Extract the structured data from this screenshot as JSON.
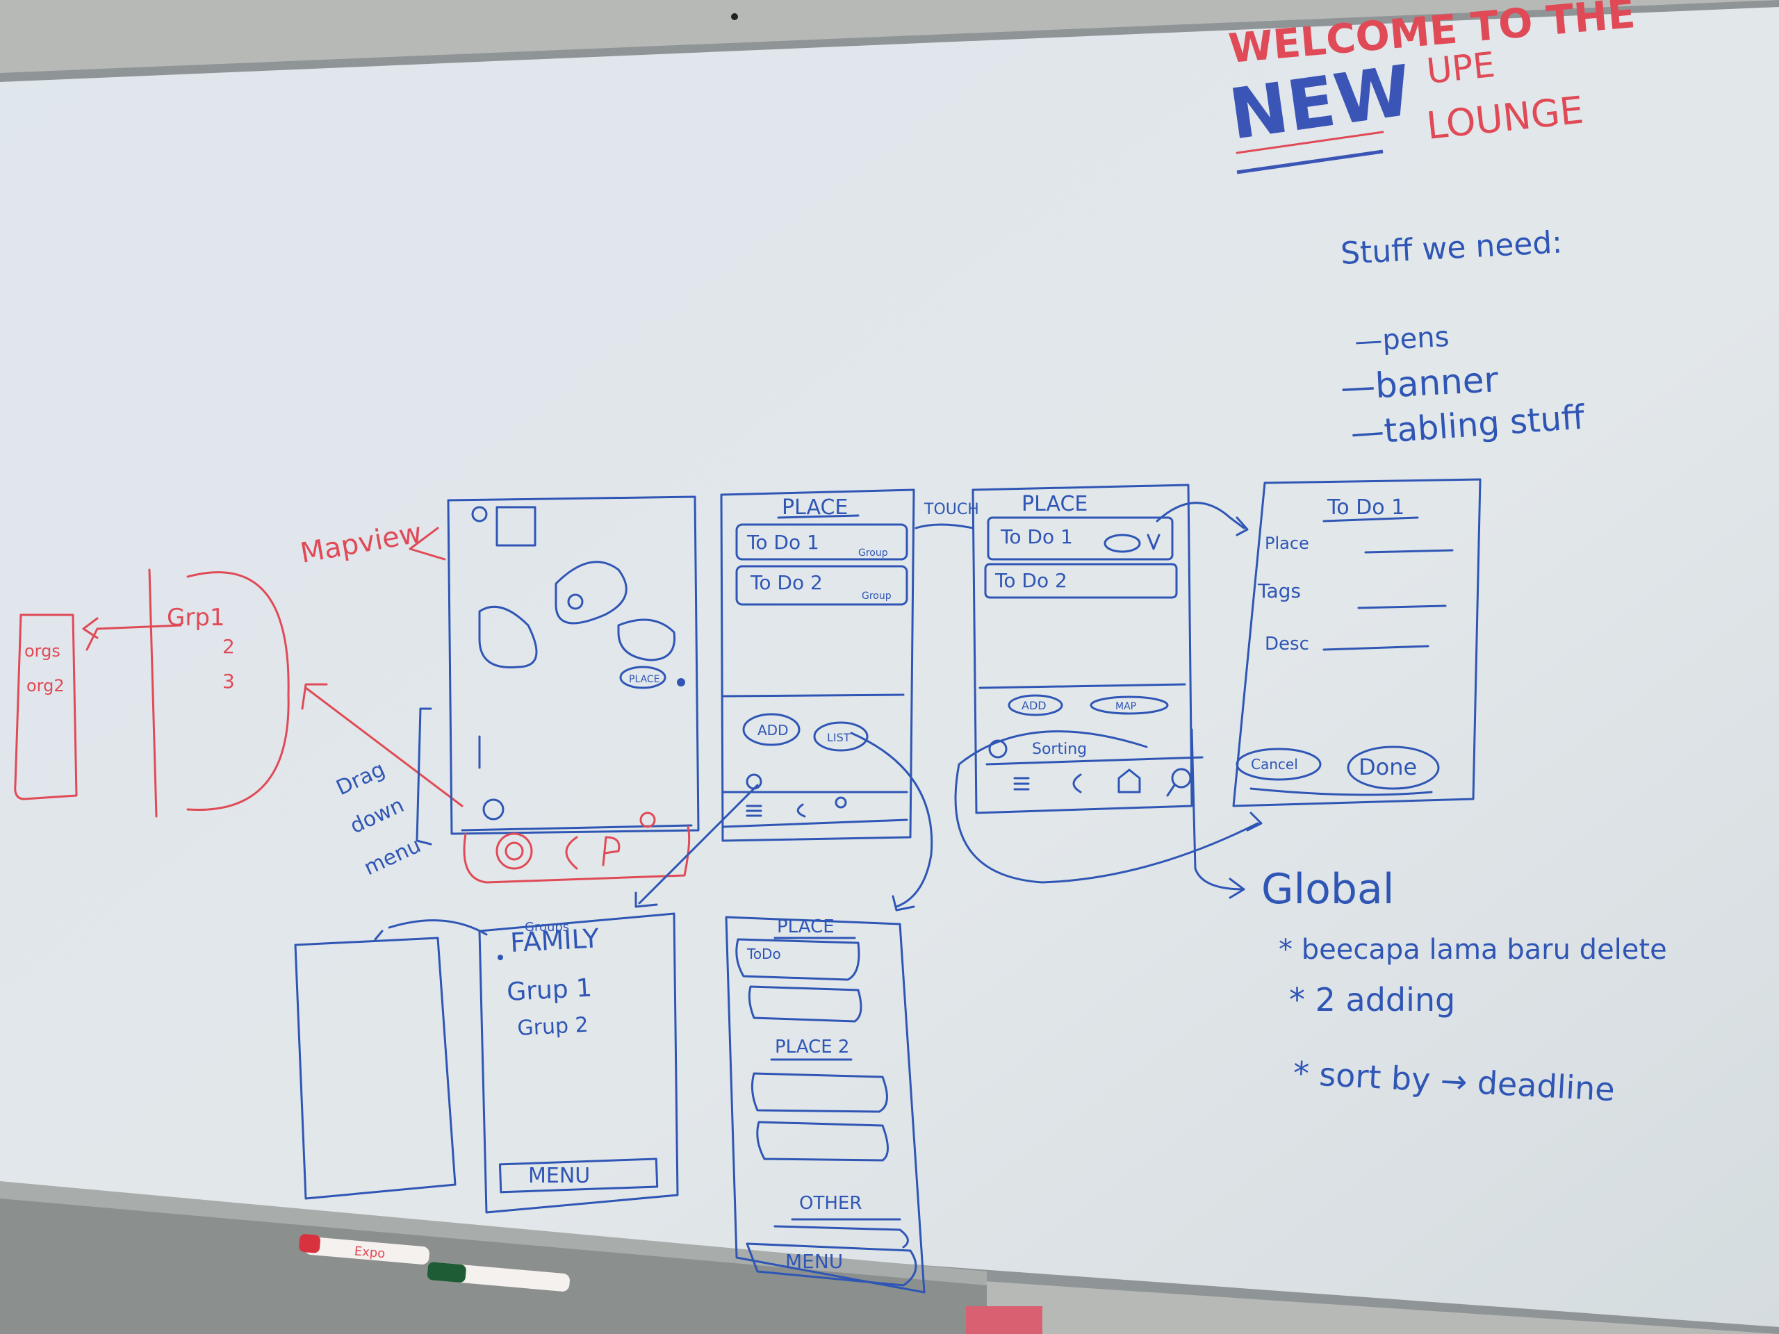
{
  "colors": {
    "board": "#dfe5ea",
    "board_shadow": "#c9d0d6",
    "frame": "#9ea3a6",
    "blue_ink": "#2f56b5",
    "red_ink": "#e04a56"
  },
  "header": {
    "line1": "WELCOME TO THE",
    "new": "NEW",
    "upe": "UPE",
    "lounge": "LOUNGE"
  },
  "needs": {
    "title": "Stuff we need:",
    "items": [
      "—pens",
      "—banner",
      "—tabling stuff"
    ]
  },
  "global_notes": {
    "title": "Global",
    "items": [
      "* beecapa lama baru delete",
      "* 2 adding",
      "* sort by → deadline"
    ]
  },
  "annotations": {
    "mapview": "Mapview",
    "drag": "Drag",
    "down": "down",
    "menu_pull": "menu",
    "touch": "TOUCH",
    "left_a": "orgs",
    "left_b": "org2",
    "left_c": "Grp1",
    "left_d": "2",
    "left_e": "3"
  },
  "screen1": {
    "place_pin": "PLACE"
  },
  "screen2": {
    "title": "PLACE",
    "items": [
      {
        "label": "To Do 1",
        "tag": "Group"
      },
      {
        "label": "To Do 2",
        "tag": "Group"
      }
    ],
    "add": "ADD",
    "list": "LIST"
  },
  "screen3": {
    "title": "PLACE",
    "items": [
      "To Do 1",
      "To Do 2"
    ],
    "chips": [
      "ADD",
      "MAP"
    ],
    "search": "Sorting"
  },
  "screen4": {
    "title": "To Do 1",
    "fields": [
      "Place",
      "Tags",
      "Desc"
    ],
    "cancel": "Cancel",
    "done": "Done"
  },
  "screen5": {
    "header": "Groups",
    "items": [
      "FAMILY",
      "Grup 1",
      "Grup 2"
    ],
    "menu": "MENU"
  },
  "screen6": {
    "title": "PLACE",
    "first_item": "ToDo",
    "title2": "PLACE 2",
    "other": "OTHER",
    "menu": "MENU"
  },
  "markers": {
    "red_label": "Expo",
    "green_label": ""
  }
}
